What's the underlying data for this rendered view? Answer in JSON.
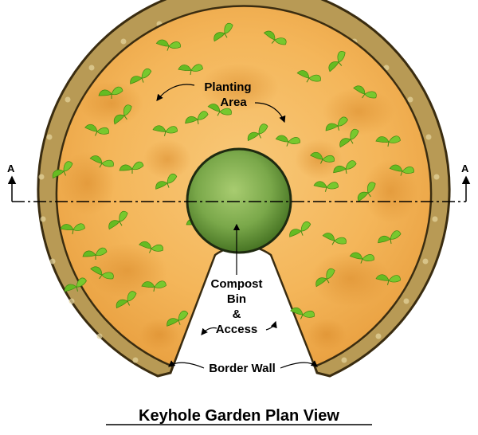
{
  "title": "Keyhole Garden Plan View",
  "labels": {
    "planting_line1": "Planting",
    "planting_line2": "Area",
    "compost_line1": "Compost",
    "compost_line2": "Bin",
    "compost_line3": "&",
    "compost_line4": "Access",
    "border_wall": "Border Wall",
    "section_left": "A",
    "section_right": "A"
  },
  "colors": {
    "wall_outer": "#4a3a1a",
    "wall_fill": "#b89a55",
    "soil": "#f4b65a",
    "soil_dark": "#d98a2a",
    "compost": "#7aa84a",
    "compost_dark": "#3d6a1c",
    "leaf": "#66bb22"
  }
}
